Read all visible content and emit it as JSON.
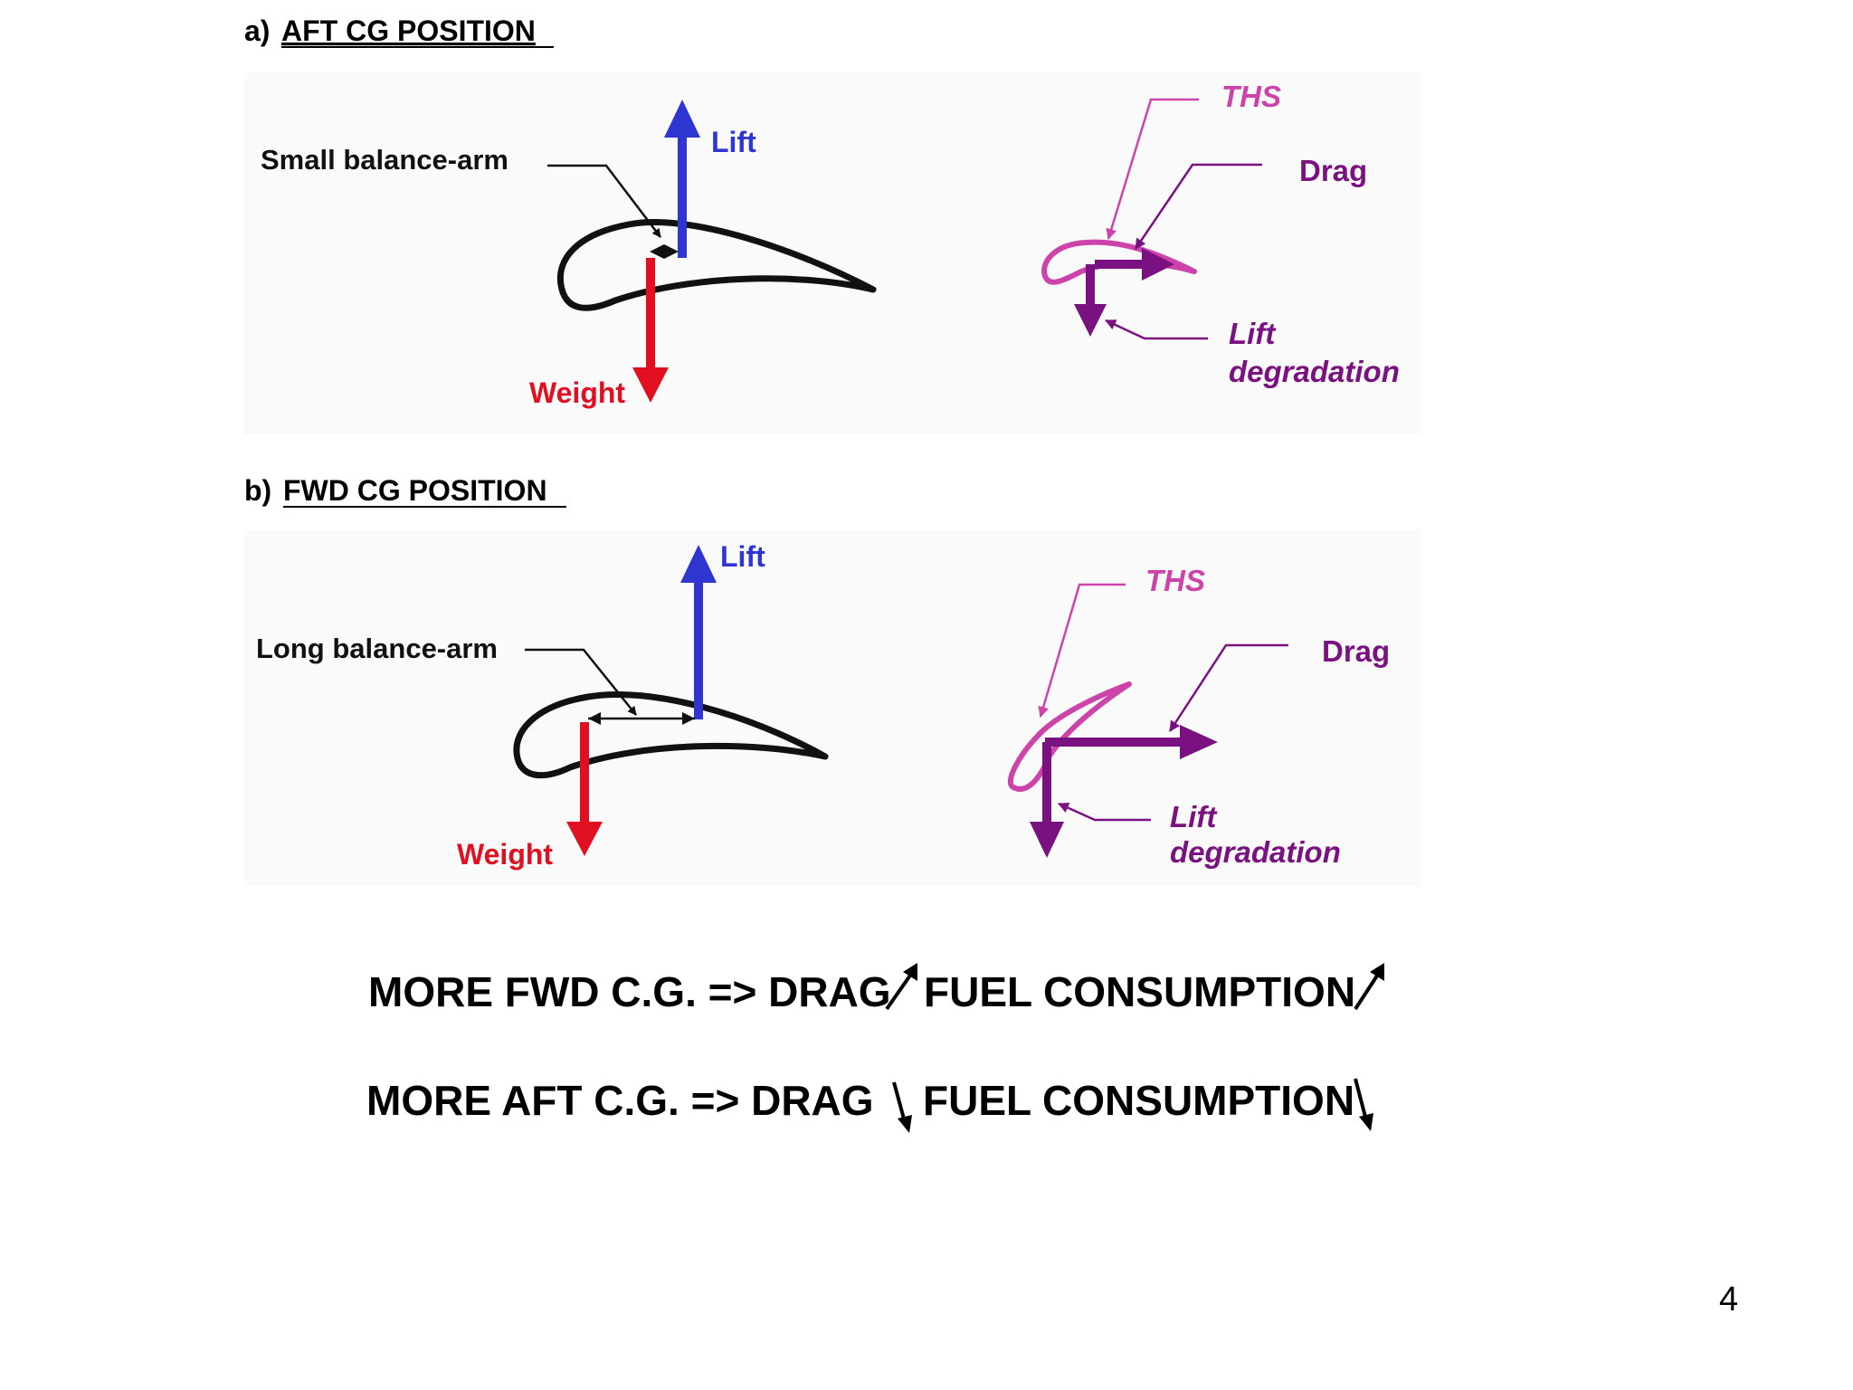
{
  "section_a": {
    "prefix": "a)",
    "title": "AFT CG POSITION",
    "balance_arm_label": "Small balance-arm",
    "lift_label": "Lift",
    "weight_label": "Weight",
    "ths_label": "THS",
    "drag_label": "Drag",
    "lift_degradation_line1": "Lift",
    "lift_degradation_line2": "degradation"
  },
  "section_b": {
    "prefix": "b)",
    "title": "FWD CG POSITION",
    "balance_arm_label": "Long balance-arm",
    "lift_label": "Lift",
    "weight_label": "Weight",
    "ths_label": "THS",
    "drag_label": "Drag",
    "lift_degradation_line1": "Lift",
    "lift_degradation_line2": "degradation"
  },
  "conclusions": {
    "fwd_part1": "MORE FWD C.G. => DRAG",
    "fwd_part2": "FUEL CONSUMPTION",
    "aft_part1": "MORE AFT C.G. =>  DRAG",
    "aft_part2": "FUEL CONSUMPTION"
  },
  "page_number": "4",
  "colors": {
    "lift": "#2f35d0",
    "weight": "#e01020",
    "ths": "#cc44aa",
    "drag": "#7a1180",
    "airfoil": "#111111"
  }
}
